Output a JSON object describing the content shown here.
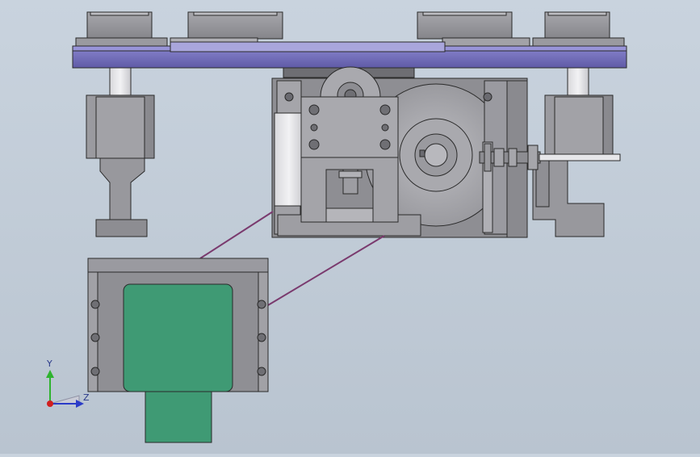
{
  "viewport": {
    "kind": "cad-3d-viewport"
  },
  "triad": {
    "y_label": "Y",
    "z_label": "Z",
    "y_color": "#2fb32f",
    "z_color": "#2b3cc8",
    "x_color": "#d11f1f"
  },
  "colors": {
    "plate": "#7a75c4",
    "frame": "#8f8f94",
    "motor": "#3f9a74",
    "wire": "#7a3a6e"
  }
}
